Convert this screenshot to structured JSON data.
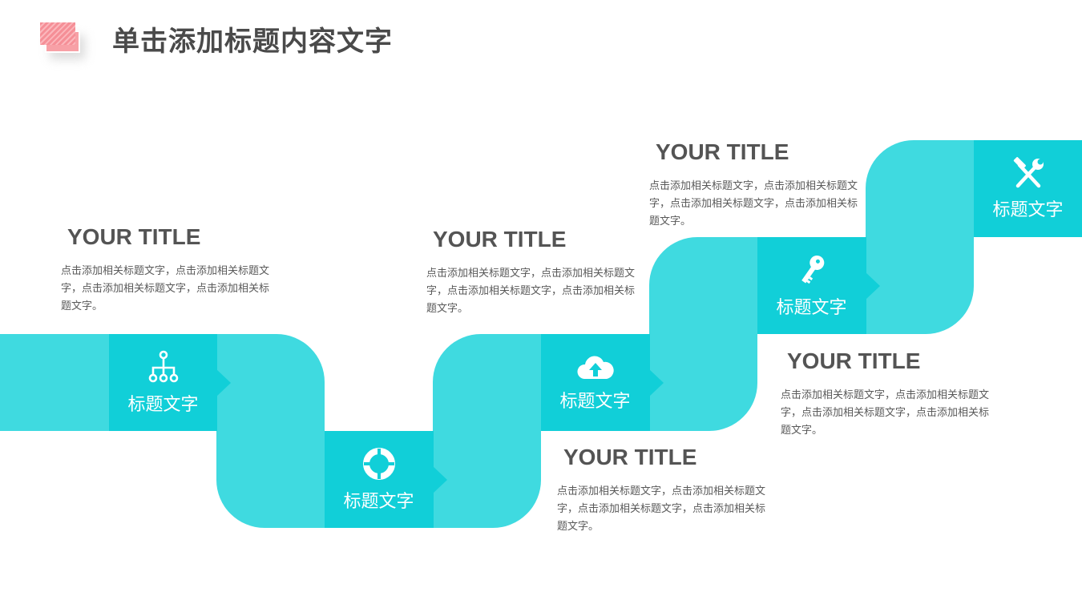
{
  "header": {
    "title": "单击添加标题内容文字"
  },
  "colors": {
    "ribbon": "#3fdae0",
    "tile": "#11cfd8",
    "logo": "#f58f97",
    "heading_text": "#545454",
    "body_text": "#595959"
  },
  "steps": [
    {
      "label": "标题文字",
      "icon": "hierarchy-icon"
    },
    {
      "label": "标题文字",
      "icon": "lifebuoy-icon"
    },
    {
      "label": "标题文字",
      "icon": "cloud-upload-icon"
    },
    {
      "label": "标题文字",
      "icon": "key-icon"
    },
    {
      "label": "标题文字",
      "icon": "tools-icon"
    }
  ],
  "cards": [
    {
      "title": "YOUR TITLE",
      "text": "点击添加相关标题文字，点击添加相关标题文字，点击添加相关标题文字，点击添加相关标题文字。"
    },
    {
      "title": "YOUR TITLE",
      "text": "点击添加相关标题文字，点击添加相关标题文字，点击添加相关标题文字，点击添加相关标题文字。"
    },
    {
      "title": "YOUR TITLE",
      "text": "点击添加相关标题文字，点击添加相关标题文字，点击添加相关标题文字，点击添加相关标题文字。"
    },
    {
      "title": "YOUR TITLE",
      "text": "点击添加相关标题文字，点击添加相关标题文字，点击添加相关标题文字，点击添加相关标题文字。"
    },
    {
      "title": "YOUR TITLE",
      "text": "点击添加相关标题文字，点击添加相关标题文字，点击添加相关标题文字，点击添加相关标题文字。"
    }
  ]
}
